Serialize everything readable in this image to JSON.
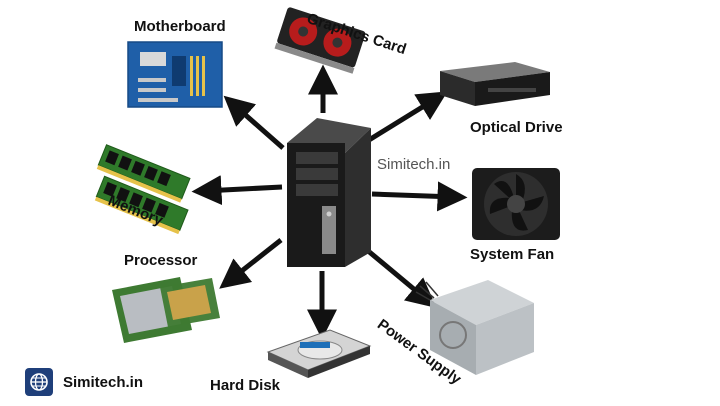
{
  "center": {
    "name": "computer-tower",
    "watermark": "Simitech.in"
  },
  "components": [
    {
      "id": "motherboard",
      "label": "Motherboard"
    },
    {
      "id": "graphics-card",
      "label": "Graphics Card"
    },
    {
      "id": "optical-drive",
      "label": "Optical Drive"
    },
    {
      "id": "memory",
      "label": "Memory"
    },
    {
      "id": "system-fan",
      "label": "System Fan"
    },
    {
      "id": "processor",
      "label": "Processor"
    },
    {
      "id": "hard-disk",
      "label": "Hard Disk"
    },
    {
      "id": "power-supply",
      "label": "Power Supply"
    }
  ],
  "brand": {
    "name": "Simitech.in",
    "icon": "globe-icon",
    "color": "#1f3f7a"
  },
  "colors": {
    "arrow": "#111111",
    "pcb_green": "#2f7a2a",
    "pcb_blue": "#1f5fa8"
  }
}
